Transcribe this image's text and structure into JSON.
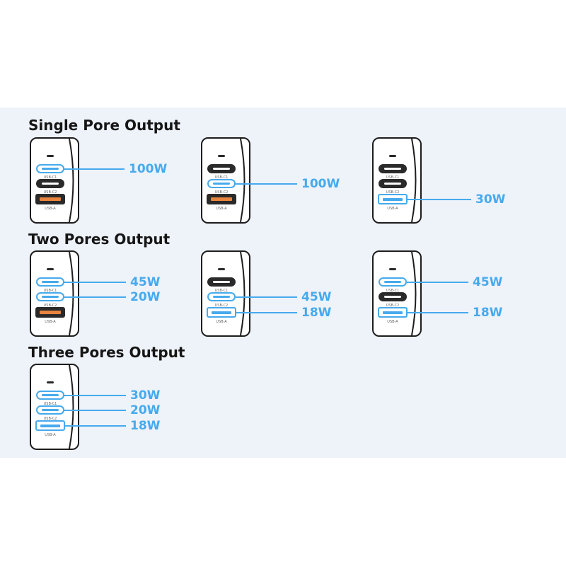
{
  "headings": {
    "single": "Single Pore Output",
    "two": "Two Pores Output",
    "three": "Three Pores Output"
  },
  "port_labels": {
    "c1": "USB-C1",
    "c2": "USB-C2",
    "a": "USB-A"
  },
  "colors": {
    "accent": "#46aaed",
    "usb_a_inactive": "#e9843f",
    "port_dark": "#2a2a2a",
    "panel": "#eef2f9"
  },
  "configs": {
    "single_c1": {
      "c1": "100W"
    },
    "single_c2": {
      "c2": "100W"
    },
    "single_a": {
      "a": "30W"
    },
    "two_c1_c2": {
      "c1": "45W",
      "c2": "20W"
    },
    "two_c2_a": {
      "c2": "45W",
      "a": "18W"
    },
    "two_c1_a": {
      "c1": "45W",
      "a": "18W"
    },
    "three_all": {
      "c1": "30W",
      "c2": "20W",
      "a": "18W"
    }
  }
}
